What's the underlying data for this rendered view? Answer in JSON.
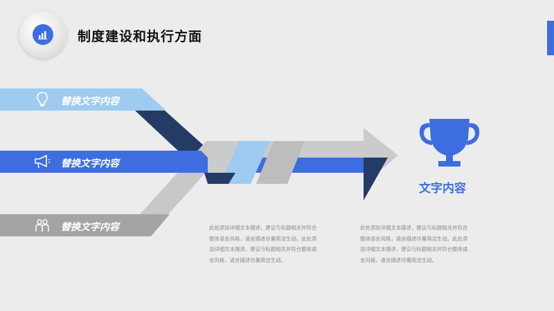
{
  "header": {
    "title": "制度建设和执行方面",
    "badge_icon": "bar-chart-icon"
  },
  "ribbons": [
    {
      "label": "替换文字内容",
      "icon": "lightbulb-icon",
      "color": "#9ecbef"
    },
    {
      "label": "替换文字内容",
      "icon": "megaphone-icon",
      "color": "#3e6ddf"
    },
    {
      "label": "替换文字内容",
      "icon": "people-icon",
      "color": "#a4a4a4"
    }
  ],
  "trophy": {
    "icon": "trophy-icon",
    "label": "文字内容"
  },
  "text_blocks": [
    {
      "text": "此处添加详细文本描述，建议与标题相关并符合整体语言风格，语言描述尽量简洁生动。此处添加详细文本描述，建议与标题相关并符合整体语言风格，语言描述尽量简洁生动。"
    },
    {
      "text": "此处添加详细文本描述，建议与标题相关并符合整体语言风格，语言描述尽量简洁生动。此处添加详细文本描述，建议与标题相关并符合整体语言风格，语言描述尽量简洁生动。"
    }
  ],
  "colors": {
    "accent": "#3e6ddf",
    "light_blue": "#9ecbef",
    "navy": "#243b66",
    "gray": "#a4a4a4",
    "light_gray": "#cbcbcb",
    "background": "#ececec"
  }
}
